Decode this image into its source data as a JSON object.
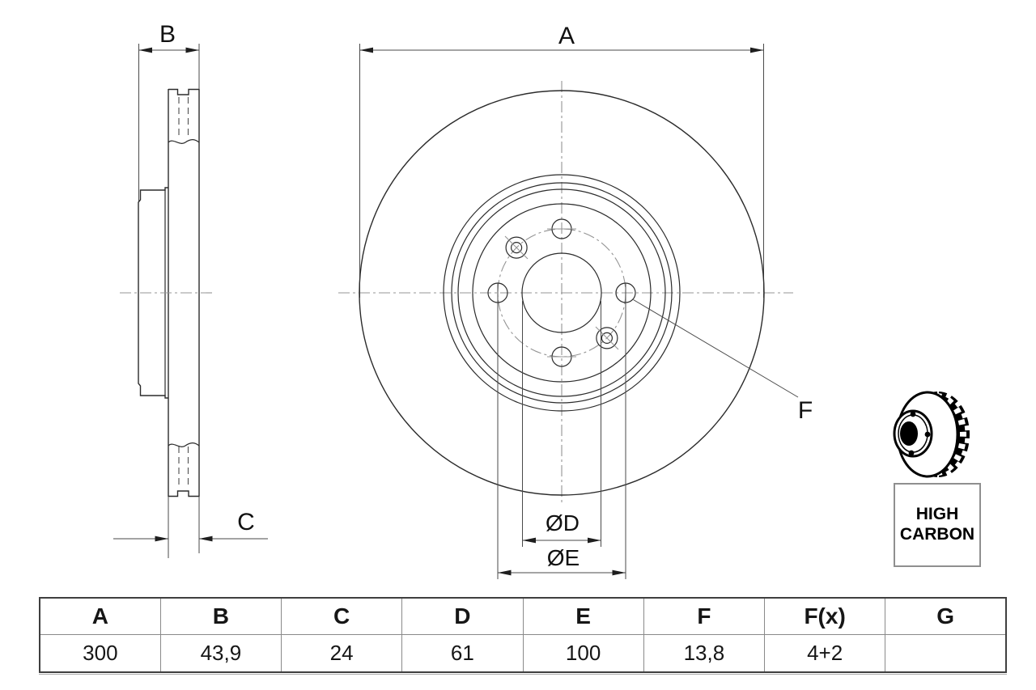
{
  "labels": {
    "a": "A",
    "b": "B",
    "c": "C",
    "f": "F",
    "od": "ØD",
    "oe": "ØE"
  },
  "badge": {
    "line1": "HIGH",
    "line2": "CARBON"
  },
  "icons": {
    "brake_disc_pictogram": "vented-brake-disc-icon"
  },
  "colors": {
    "outline": "#2b2b2b",
    "dimension_line": "#4a4a4a",
    "centerline": "#949494",
    "badge_border": "#8f8f8f",
    "text": "#111111"
  },
  "table": {
    "headers": [
      "A",
      "B",
      "C",
      "D",
      "E",
      "F",
      "F(x)",
      "G"
    ],
    "values": [
      "300",
      "43,9",
      "24",
      "61",
      "100",
      "13,8",
      "4+2",
      ""
    ]
  }
}
